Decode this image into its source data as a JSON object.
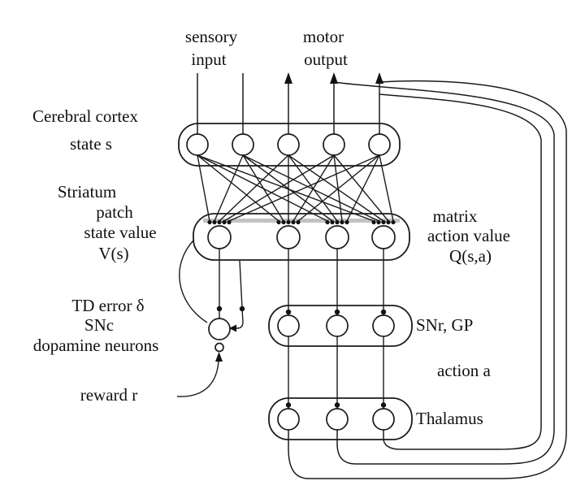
{
  "diagram": {
    "type": "neural-circuit-diagram",
    "colors": {
      "line": "#1b1b1b",
      "background": "#ffffff",
      "synapse_zone": "#c2c2c2"
    },
    "labels": {
      "sensory_input": {
        "line1": "sensory",
        "line2": "input"
      },
      "motor_output": {
        "line1": "motor",
        "line2": "output"
      },
      "cerebral_cortex": "Cerebral cortex",
      "state_s": "state s",
      "striatum": "Striatum",
      "patch": "patch",
      "state_value": "state value",
      "v_s": "V(s)",
      "matrix": "matrix",
      "action_value": "action value",
      "q_sa": "Q(s,a)",
      "td_error": "TD error δ",
      "snc": "SNc",
      "dopamine_neurons": "dopamine neurons",
      "reward_r": "reward r",
      "snr_gp": "SNr, GP",
      "action_a": "action a",
      "thalamus": "Thalamus"
    },
    "regions": [
      {
        "name": "cerebral-cortex",
        "neurons": 5
      },
      {
        "name": "striatum",
        "neurons": 4
      },
      {
        "name": "snc-dopamine",
        "neurons": 1
      },
      {
        "name": "snr-gp",
        "neurons": 3
      },
      {
        "name": "thalamus",
        "neurons": 3
      }
    ]
  }
}
